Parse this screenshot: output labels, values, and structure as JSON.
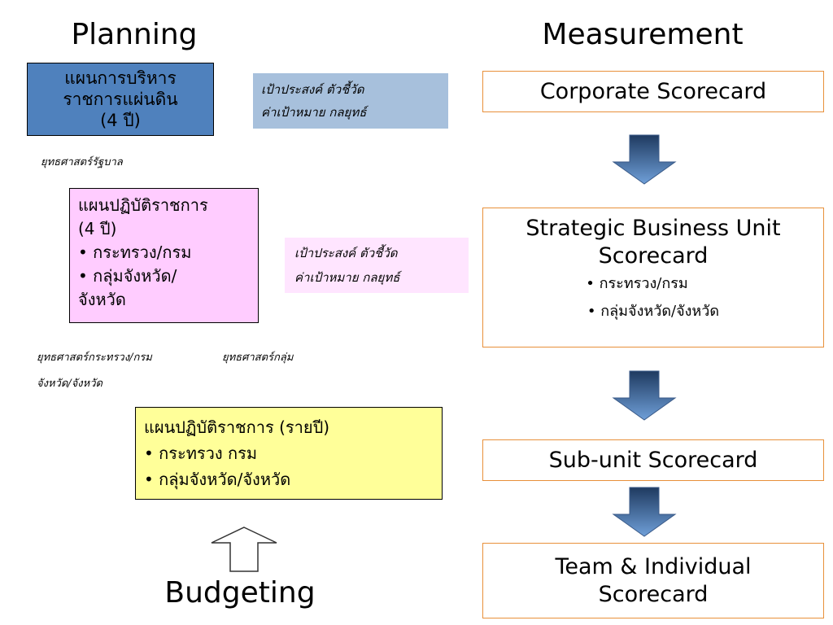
{
  "headings": {
    "planning": "Planning",
    "measurement": "Measurement",
    "budgeting": "Budgeting"
  },
  "plan_national": {
    "line1": "แผนการบริหาร",
    "line2": "ราชการแผ่นดิน",
    "line3": "(4 ปี)"
  },
  "goals_1": {
    "line1": "เป้าประสงค์ ตัวชี้วัด",
    "line2": "ค่าเป้าหมาย กลยุทธ์"
  },
  "gov_strategy": "ยุทธศาสตร์รัฐบาล",
  "plan_4yr": {
    "line1": "แผนปฏิบัติราชการ",
    "line2": "(4 ปี)",
    "bullet1": "• กระทรวง/กรม",
    "bullet2": "• กลุ่มจังหวัด/",
    "bullet2b": "จังหวัด"
  },
  "goals_2": {
    "line1": "เป้าประสงค์ ตัวชี้วัด",
    "line2": "ค่าเป้าหมาย กลยุทธ์"
  },
  "strategy_notes": {
    "a": "ยุทธศาสตร์กระทรวง/กรม",
    "b": "ยุทธศาสตร์กลุ่ม",
    "c": "จังหวัด/จังหวัด"
  },
  "plan_annual": {
    "line1": "แผนปฏิบัติราชการ (รายปี)",
    "bullet1": "• กระทรวง กรม",
    "bullet2": "• กลุ่มจังหวัด/จังหวัด"
  },
  "scorecards": {
    "corporate": "Corporate Scorecard",
    "sbu_line1": "Strategic Business Unit",
    "sbu_line2": "Scorecard",
    "sbu_bullet1": "• กระทรวง/กรม",
    "sbu_bullet2": "•  กลุ่มจังหวัด/จังหวัด",
    "subunit": "Sub-unit Scorecard",
    "team_line1": "Team & Individual",
    "team_line2": "Scorecard"
  },
  "colors": {
    "blue_box": "#4f81bd",
    "light_blue": "#a7c0dc",
    "pink_box": "#ffccff",
    "light_pink": "#ffe5ff",
    "yellow_box": "#ffff99",
    "orange_border": "#e8903a",
    "arrow_top": "#1f3a60",
    "arrow_bottom": "#6f9fd8"
  }
}
